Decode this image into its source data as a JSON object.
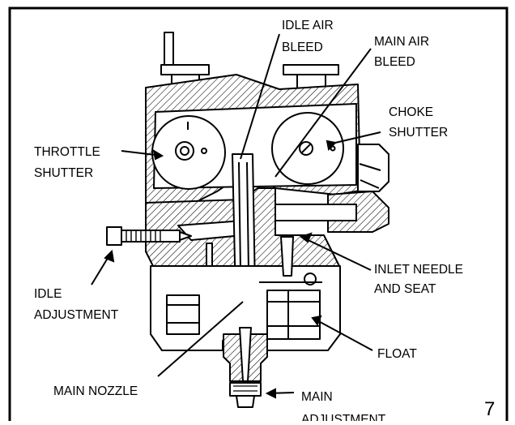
{
  "labels": {
    "idle_air_bleed": [
      "IDLE  AIR",
      "BLEED"
    ],
    "main_air_bleed": [
      "MAIN AIR",
      "BLEED"
    ],
    "choke_shutter": [
      "CHOKE",
      "SHUTTER"
    ],
    "throttle_shutter": [
      "THROTTLE",
      "SHUTTER"
    ],
    "inlet_needle_and_seat": [
      "INLET NEEDLE",
      "AND SEAT"
    ],
    "idle_adjustment": [
      "IDLE",
      "ADJUSTMENT"
    ],
    "float": "FLOAT",
    "main_nozzle": "MAIN NOZZLE",
    "main_adjustment": [
      "MAIN",
      "ADJUSTMENT"
    ]
  },
  "figure_number": "7",
  "colors": {
    "ink": "#000000",
    "paper": "#ffffff"
  }
}
